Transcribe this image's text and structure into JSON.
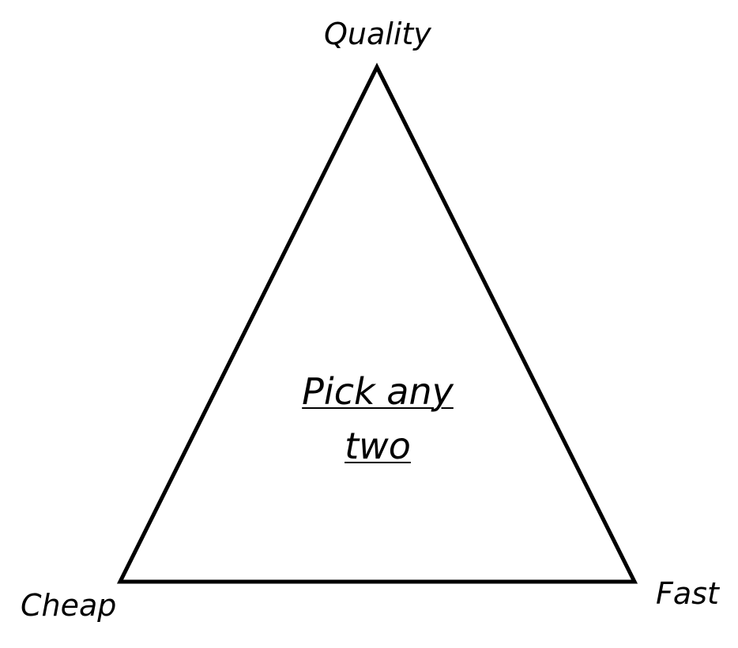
{
  "labels": {
    "top": "Quality",
    "left": "Cheap",
    "right": "Fast"
  },
  "center": {
    "line1": "Pick any",
    "line2": "two"
  },
  "colors": {
    "stroke": "#000000",
    "background": "#ffffff"
  }
}
